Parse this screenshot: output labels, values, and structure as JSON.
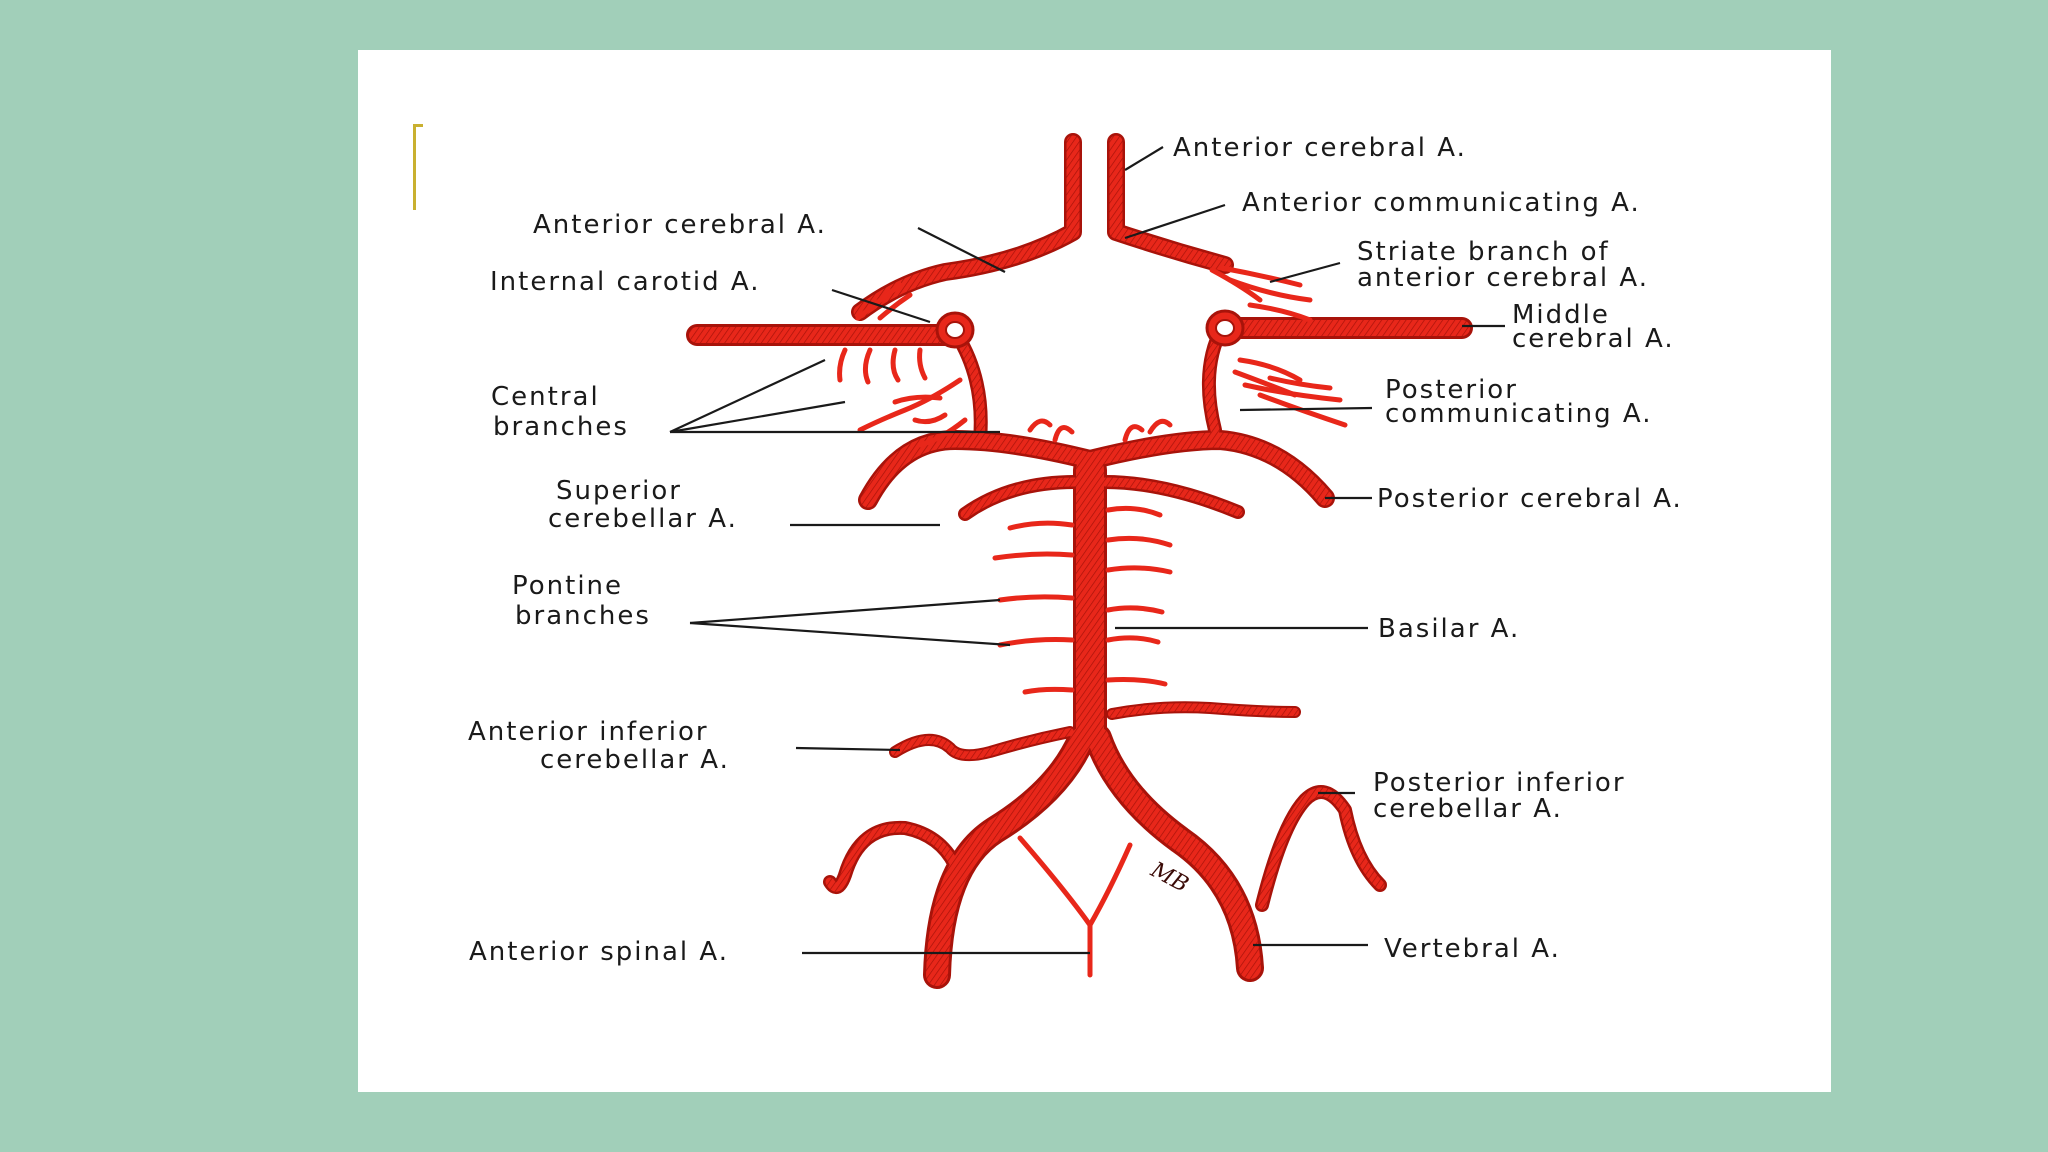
{
  "colors": {
    "background": "#a1cfb9",
    "slide": "#ffffff",
    "artery": "#e8271a",
    "artery_dark": "#b5150b",
    "accent_bracket": "#c9b030"
  },
  "signature": "MB",
  "labels": {
    "anterior_cerebral_top": "Anterior cerebral A.",
    "anterior_communicating": "Anterior communicating A.",
    "anterior_cerebral_left": "Anterior cerebral A.",
    "striate_line1": "Striate branch of",
    "striate_line2": "anterior cerebral A.",
    "internal_carotid": "Internal carotid A.",
    "middle_line1": "Middle",
    "middle_line2": "cerebral A.",
    "central_line1": "Central",
    "central_line2": "branches",
    "post_comm_line1": "Posterior",
    "post_comm_line2": "communicating A.",
    "superior_line1": "Superior",
    "superior_line2": "cerebellar A.",
    "posterior_cerebral": "Posterior cerebral A.",
    "pontine_line1": "Pontine",
    "pontine_line2": "branches",
    "basilar": "Basilar A.",
    "aica_line1": "Anterior inferior",
    "aica_line2": "cerebellar A.",
    "pica_line1": "Posterior inferior",
    "pica_line2": "cerebellar A.",
    "anterior_spinal": "Anterior spinal A.",
    "vertebral": "Vertebral A."
  }
}
